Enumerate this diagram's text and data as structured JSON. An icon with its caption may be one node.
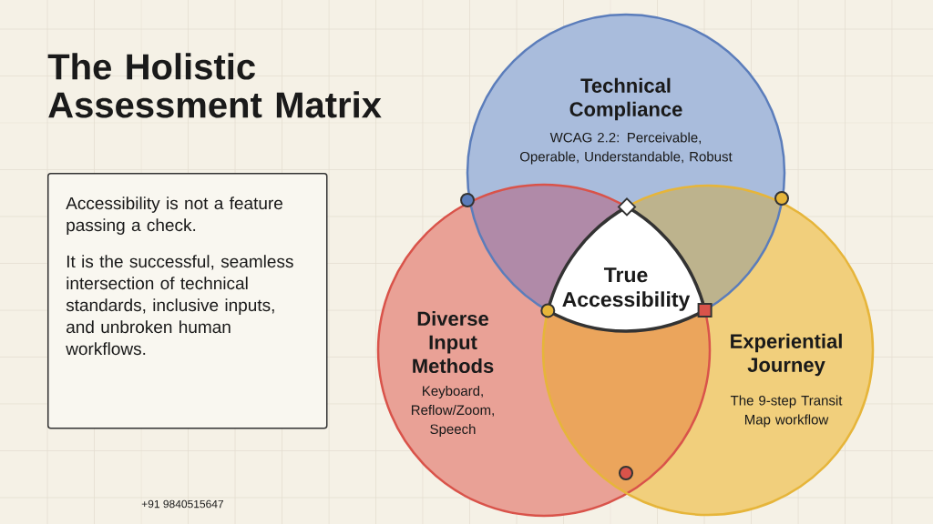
{
  "diagram": {
    "title": "The Holistic Assessment Matrix",
    "nodes": [
      {
        "text": [
          "Accessibility is not a feature passing a check.",
          "It is the successful, seamless intersection of technical standards, inclusive inputs, and unbroken human workflows."
        ]
      },
      {
        "text": [
          "Technical Compliance",
          "WCAG 2.2: Perceivable, Operable, Understandable, Robust"
        ]
      },
      {
        "text": [
          "Diverse Input Methods",
          "Keyboard, Reflow/Zoom, Speech"
        ]
      },
      {
        "text": [
          "True Accessibility"
        ]
      },
      {
        "text": [
          "Experiential Journey",
          "The 9-step Transit Map workflow"
        ]
      }
    ],
    "labels": [
      "+91 9840515647"
    ]
  }
}
